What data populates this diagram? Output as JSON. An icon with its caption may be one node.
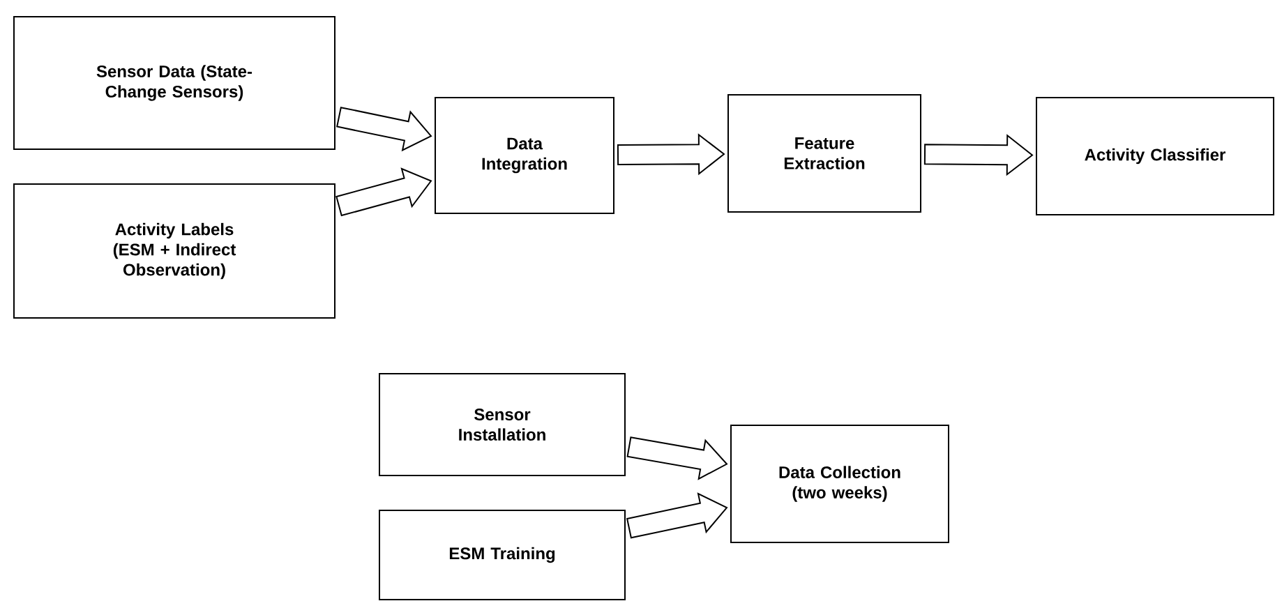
{
  "diagram": {
    "nodes": [
      {
        "text": [
          "Sensor Data (State-Change Sensors)"
        ]
      },
      {
        "text": [
          "Activity Labels (ESM + Indirect Observation)"
        ]
      },
      {
        "text": [
          "Data Integration"
        ]
      },
      {
        "text": [
          "Feature Extraction"
        ]
      },
      {
        "text": [
          "Activity Classifier"
        ]
      },
      {
        "text": [
          "Sensor Installation"
        ]
      },
      {
        "text": [
          "Data Collection (two weeks)"
        ]
      },
      {
        "text": [
          "ESM Training"
        ]
      }
    ],
    "edges": [
      {
        "from": 0,
        "to": 2,
        "arrow": "to"
      },
      {
        "from": 1,
        "to": 2,
        "arrow": "to"
      },
      {
        "from": 2,
        "to": 3,
        "arrow": "to"
      },
      {
        "from": 3,
        "to": 4,
        "arrow": "to"
      },
      {
        "from": 5,
        "to": 6,
        "arrow": "to"
      },
      {
        "from": 7,
        "to": 6,
        "arrow": "to"
      }
    ]
  }
}
